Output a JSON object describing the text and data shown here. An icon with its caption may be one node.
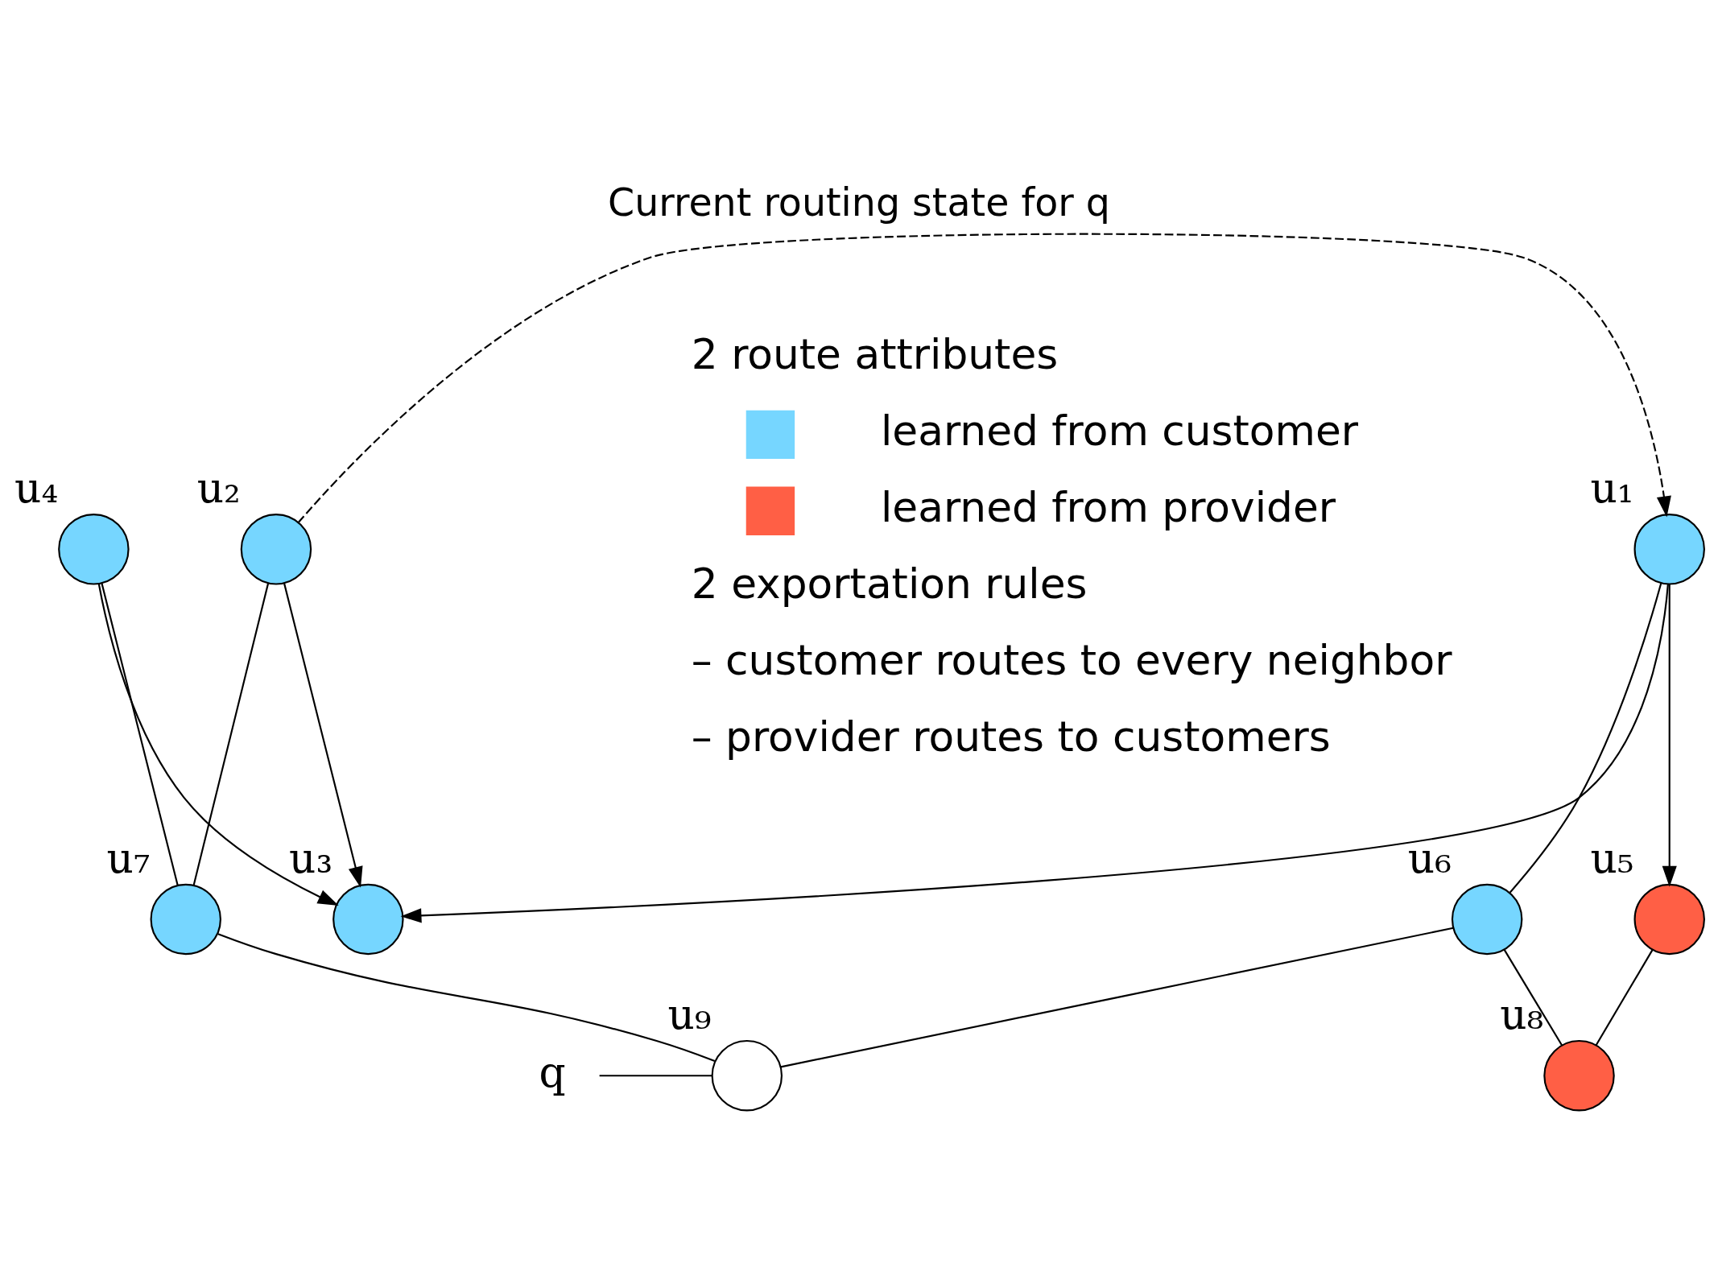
{
  "diagram": {
    "title": "Current routing state for q",
    "nodes": [
      {
        "text": [],
        "shape": "circle",
        "beside": [
          "u₁"
        ]
      },
      {
        "text": [],
        "shape": "circle",
        "beside": [
          "u₂"
        ]
      },
      {
        "text": [],
        "shape": "circle",
        "beside": [
          "u₃"
        ]
      },
      {
        "text": [],
        "shape": "circle",
        "beside": [
          "u₄"
        ]
      },
      {
        "text": [],
        "shape": "circle",
        "beside": [
          "u₅"
        ]
      },
      {
        "text": [],
        "shape": "circle",
        "beside": [
          "u₆"
        ]
      },
      {
        "text": [],
        "shape": "circle",
        "beside": [
          "u₇"
        ]
      },
      {
        "text": [],
        "shape": "circle",
        "beside": [
          "u₈"
        ]
      },
      {
        "text": [],
        "shape": "circle",
        "beside": [
          "u₉"
        ]
      },
      {
        "text": [
          "q"
        ]
      }
    ],
    "edges": [
      {
        "from": 1,
        "to": 0,
        "arrow": "to",
        "style": "dashed"
      },
      {
        "from": 0,
        "to": 2,
        "arrow": "to"
      },
      {
        "from": 1,
        "to": 2,
        "arrow": "to"
      },
      {
        "from": 0,
        "to": 4,
        "arrow": "to"
      },
      {
        "from": 0,
        "to": 5,
        "arrow": "none"
      },
      {
        "from": 1,
        "to": 6,
        "arrow": "none"
      },
      {
        "from": 3,
        "to": 2,
        "arrow": "to"
      },
      {
        "from": 3,
        "to": 6,
        "arrow": "none"
      },
      {
        "from": 4,
        "to": 7,
        "arrow": "none"
      },
      {
        "from": 5,
        "to": 7,
        "arrow": "none"
      },
      {
        "from": 5,
        "to": 8,
        "arrow": "none"
      },
      {
        "from": 6,
        "to": 8,
        "arrow": "none"
      },
      {
        "from": 9,
        "to": 8,
        "arrow": "none"
      }
    ],
    "labels": [
      "2 route attributes",
      "2 exportation rules",
      "– customer routes to every neighbor",
      "– provider routes to customers"
    ],
    "legend": [
      {
        "text": "learned from customer",
        "color": "#76d6ff"
      },
      {
        "text": "learned from provider",
        "color": "#ff5f45"
      }
    ]
  }
}
